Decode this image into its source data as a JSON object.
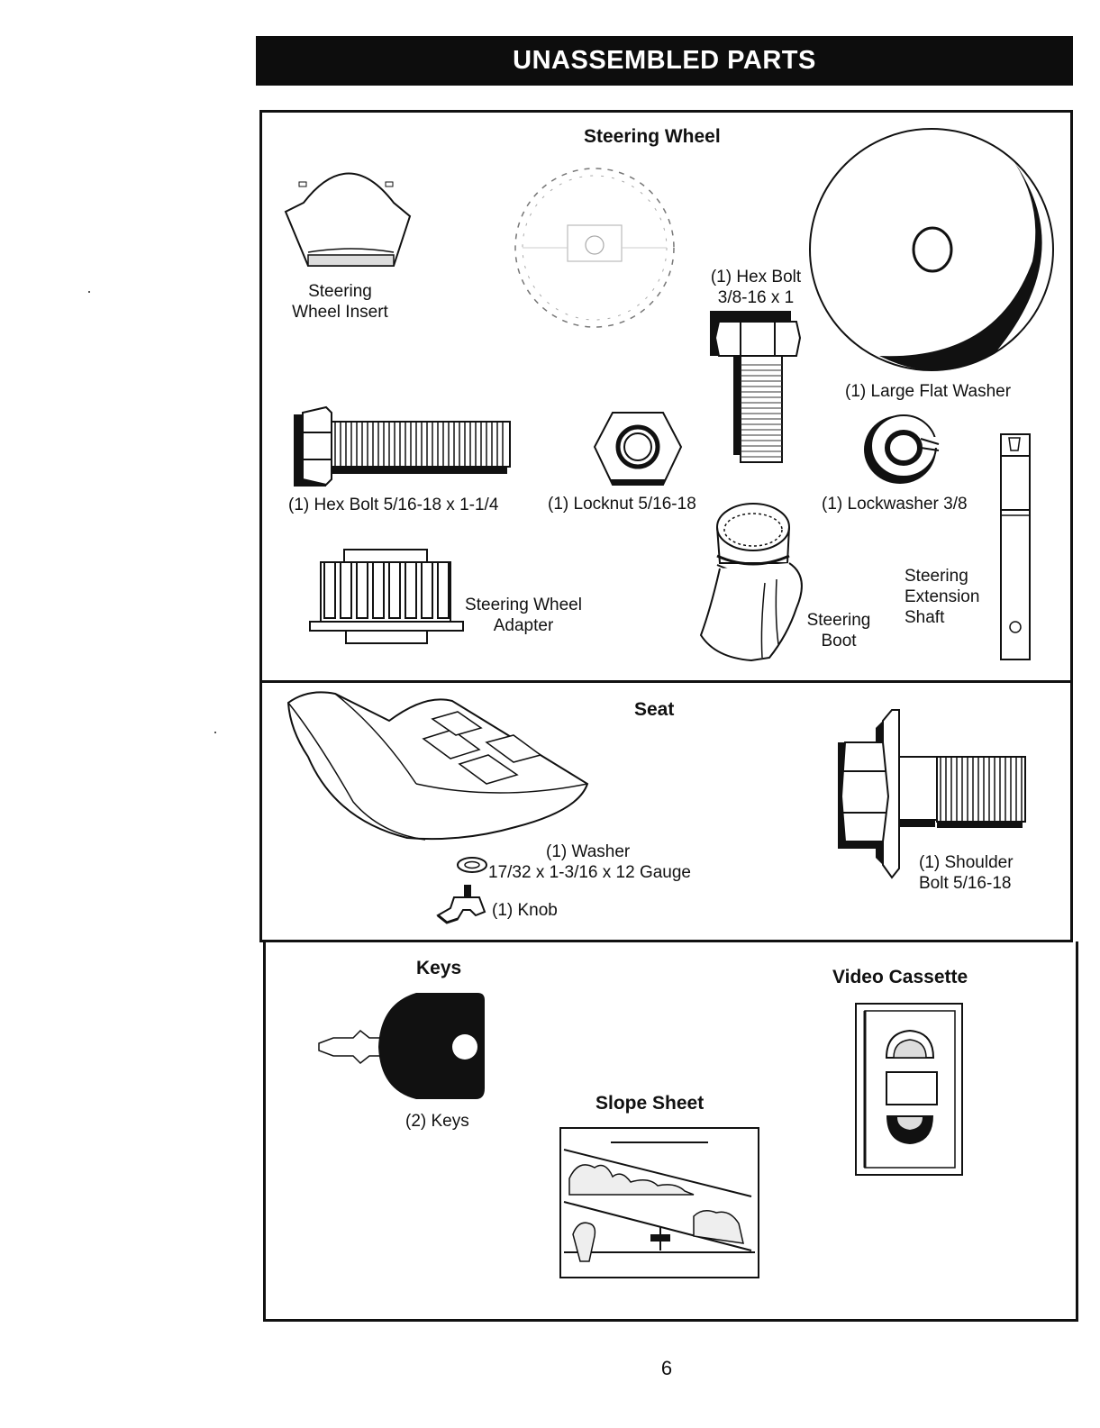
{
  "banner": {
    "title": "UNASSEMBLED PARTS"
  },
  "steering": {
    "header": "Steering Wheel",
    "insert": [
      "Steering",
      "Wheel Insert"
    ],
    "hexbolt_small": [
      "(1) Hex Bolt",
      "3/8-16 x 1"
    ],
    "washer": "(1) Large Flat Washer",
    "hexbolt_long": "(1) Hex Bolt  5/16-18 x 1-1/4",
    "locknut": "(1) Locknut  5/16-18",
    "lockwasher": "(1) Lockwasher  3/8",
    "adapter": [
      "Steering Wheel",
      "Adapter"
    ],
    "boot": [
      "Steering",
      "Boot"
    ],
    "shaft": [
      "Steering",
      "Extension",
      "Shaft"
    ]
  },
  "seat": {
    "header": "Seat",
    "washer": [
      "(1) Washer",
      "17/32 x 1-3/16 x 12 Gauge"
    ],
    "knob": "(1) Knob",
    "shoulder_bolt": [
      "(1) Shoulder",
      "Bolt  5/16-18"
    ]
  },
  "misc": {
    "keys_header": "Keys",
    "keys_label": "(2) Keys",
    "slope_header": "Slope Sheet",
    "video_header": "Video Cassette"
  },
  "page": {
    "number": "6"
  }
}
